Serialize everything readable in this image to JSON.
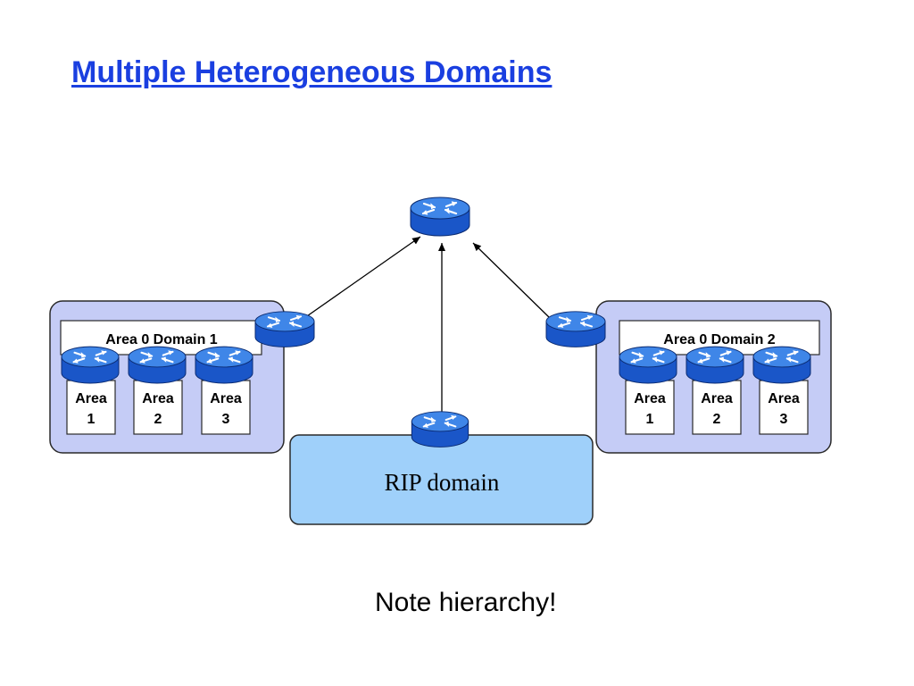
{
  "title": "Multiple Heterogeneous Domains",
  "note": "Note hierarchy!",
  "colors": {
    "title": "#1a3fe0",
    "domain_fill": "#c5ccf6",
    "rip_fill": "#9fd0fa",
    "router_body": "#1a56c8",
    "router_top": "#3f86e8"
  },
  "domains": [
    {
      "backbone_label": "Area 0 Domain 1",
      "areas": [
        {
          "line1": "Area",
          "line2": "1"
        },
        {
          "line1": "Area",
          "line2": "2"
        },
        {
          "line1": "Area",
          "line2": "3"
        }
      ]
    },
    {
      "backbone_label": "Area 0 Domain 2",
      "areas": [
        {
          "line1": "Area",
          "line2": "1"
        },
        {
          "line1": "Area",
          "line2": "2"
        },
        {
          "line1": "Area",
          "line2": "3"
        }
      ]
    }
  ],
  "rip_domain": {
    "label": "RIP domain"
  },
  "icons": {
    "router": "router-icon",
    "arrow": "arrowhead"
  }
}
